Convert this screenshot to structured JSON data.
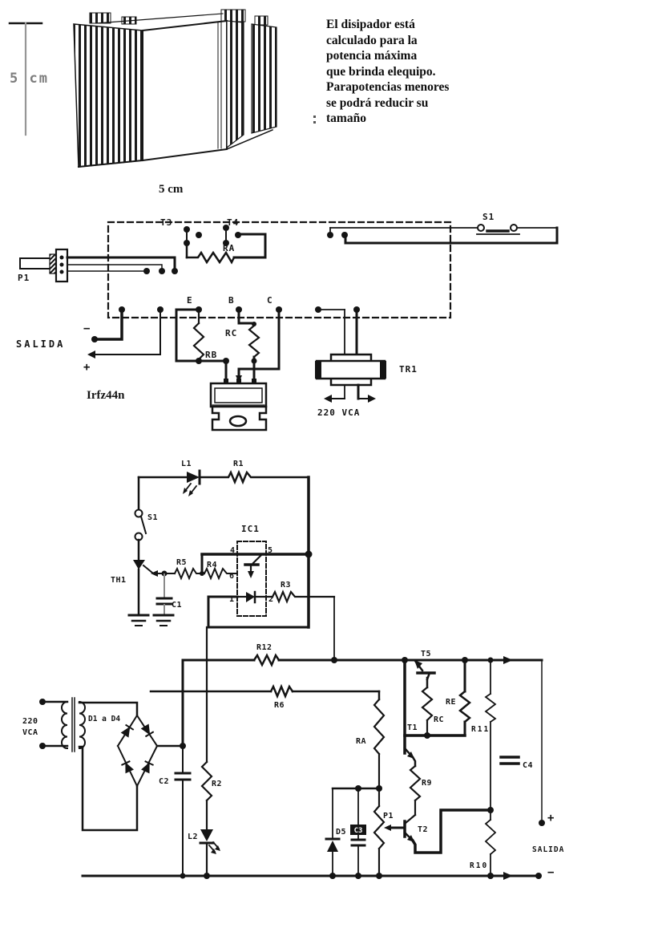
{
  "heatsink": {
    "dim_side": "5 cm",
    "dim_bottom": "5 cm",
    "note_lines": [
      "El disipador está",
      "calculado para la",
      "potencia máxima",
      "que brinda elequipo.",
      "Parapotencias menores",
      "se podrá reducir su",
      "tamaño"
    ]
  },
  "wiring": {
    "t3": "T3",
    "t4": "T4",
    "ra": "RA",
    "s1": "S1",
    "p1": "P1",
    "salida": "SALIDA",
    "minus": "−",
    "plus": "+",
    "e": "E",
    "b": "B",
    "c": "C",
    "rb": "RB",
    "rc": "RC",
    "tr1": "TR1",
    "supply": "220 VCA",
    "part": "Irfz44n"
  },
  "schematic": {
    "l1": "L1",
    "r1": "R1",
    "s1": "S1",
    "th1": "TH1",
    "r5": "R5",
    "r4": "R4",
    "ic1": "IC1",
    "pin1": "1",
    "pin2": "2",
    "pin4": "4",
    "pin5": "5",
    "pin6": "6",
    "r3": "R3",
    "c1": "C1",
    "r12": "R12",
    "r6": "R6",
    "ra": "RA",
    "t5": "T5",
    "rc": "RC",
    "re": "RE",
    "r11": "R11",
    "t1": "T1",
    "r9": "R9",
    "t2": "T2",
    "p1": "P1",
    "r10": "R10",
    "c4": "C4",
    "c2": "C2",
    "r2": "R2",
    "l2": "L2",
    "d5": "D5",
    "c3": "C3",
    "bridge": "D1 a D4",
    "supply1": "220",
    "supply2": "VCA",
    "salida": "SALIDA",
    "plus": "+",
    "minus": "−"
  }
}
